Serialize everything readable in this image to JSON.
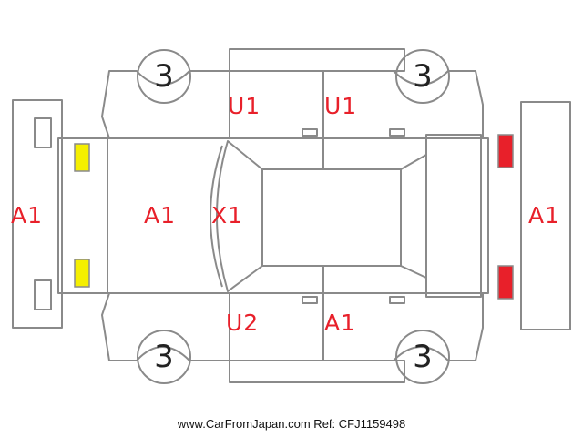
{
  "diagram": {
    "regions": [
      {
        "id": "front-bumper",
        "code": "A1"
      },
      {
        "id": "hood",
        "code": "A1"
      },
      {
        "id": "windshield",
        "code": "X1"
      },
      {
        "id": "door-upper-front",
        "code": "U1"
      },
      {
        "id": "door-upper-rear",
        "code": "U1"
      },
      {
        "id": "door-lower-front",
        "code": "U2"
      },
      {
        "id": "door-lower-rear",
        "code": "A1"
      },
      {
        "id": "rear-bumper",
        "code": "A1"
      }
    ],
    "wheels": [
      {
        "id": "wheel-top-front",
        "grade": "3"
      },
      {
        "id": "wheel-top-rear",
        "grade": "3"
      },
      {
        "id": "wheel-bottom-front",
        "grade": "3"
      },
      {
        "id": "wheel-bottom-rear",
        "grade": "3"
      }
    ],
    "colors": {
      "outline": "#8a8a8a",
      "code_text": "#e8202a",
      "headlight": "#f5ef00",
      "taillight": "#e8202a"
    },
    "watermark": "www.CarFromJapan.com Ref: CFJ1159498"
  }
}
